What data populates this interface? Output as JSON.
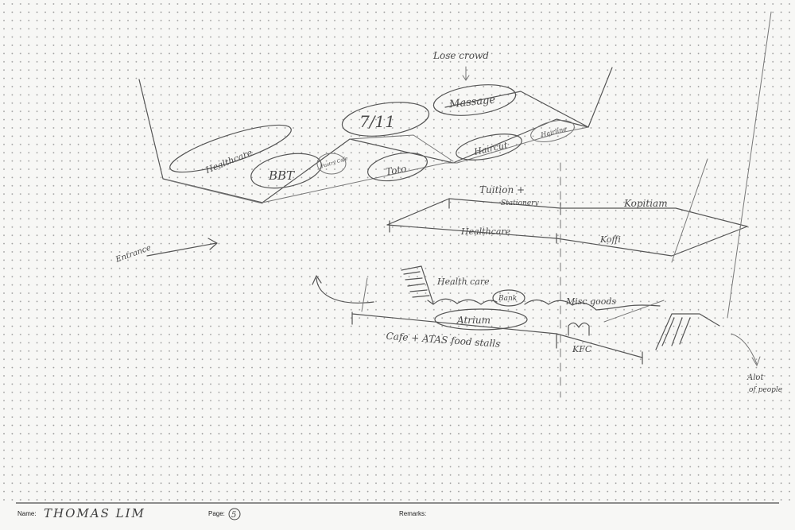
{
  "sketch": {
    "labels": {
      "lose_crowd": "Lose crowd",
      "healthcare_upper": "Healthcare",
      "bbt": "BBT",
      "bbt_side": "Pastry Cafe",
      "seven_eleven": "7/11",
      "massage": "Massage",
      "haircut": "Haircut",
      "haircut_side": "Hairline",
      "toto": "Toto",
      "tuition": "Tuition +",
      "stationery": "Stationery",
      "kopitiam": "Kopitiam",
      "healthcare_mid": "Healthcare",
      "kopi": "Koffi",
      "entrance": "Entrance",
      "healthcare_low": "Health care",
      "bank": "Bank",
      "misc_goods": "Misc goods",
      "atrium": "Atrium",
      "cafe_stalls": "Cafe + ATAS food stalls",
      "kfc": "KFC",
      "alot_1": "Alot",
      "alot_2": "of people"
    }
  },
  "footer": {
    "name_label": "Name:",
    "name_value": "THOMAS LIM",
    "page_label": "Page:",
    "page_value": "5",
    "remarks_label": "Remarks:",
    "remarks_value": ""
  },
  "colors": {
    "paper": "#f7f7f5",
    "dot": "#9a9a9a",
    "pencil": "#555555"
  }
}
